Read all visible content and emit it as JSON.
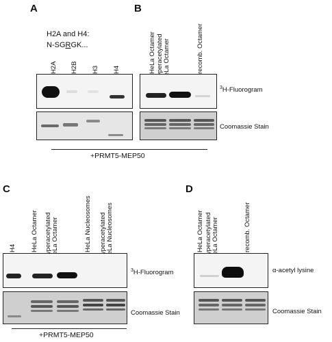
{
  "panels": {
    "A": {
      "letter": "A",
      "note_line1": "H2A and H4:",
      "note_line2_prefix": "N-SG",
      "note_line2_underlined": "R",
      "note_line2_suffix": "GK...",
      "lanes": [
        "H2A",
        "H2B",
        "H3",
        "H4"
      ]
    },
    "B": {
      "letter": "B",
      "lanes": [
        "HeLa Octamer",
        "Hyperacetylated\nHeLa Octamer",
        "recomb. Octamer"
      ],
      "fluoro_label_sup": "3",
      "fluoro_label": "H-Fluorogram",
      "coomassie_label": "Coomassie Stain"
    },
    "AB_shared": {
      "treatment": "+PRMT5-MEP50"
    },
    "C": {
      "letter": "C",
      "lanes": [
        "H4",
        "HeLa Octamer",
        "Hyperacetylated\nHeLa Octamer",
        "HeLa Nucleosomes",
        "Hyperacetylated\nHeLa Nucleosomes"
      ],
      "fluoro_label_sup": "3",
      "fluoro_label": "H-Fluorogram",
      "coomassie_label": "Coomassie Stain",
      "treatment": "+PRMT5-MEP50"
    },
    "D": {
      "letter": "D",
      "lanes": [
        "HeLa Octamer",
        "Hyperacetylated\nHeLa Octamer",
        "recomb. Octamer"
      ],
      "blot_label": "α-acetyl lysine",
      "coomassie_label": "Coomassie Stain"
    }
  }
}
